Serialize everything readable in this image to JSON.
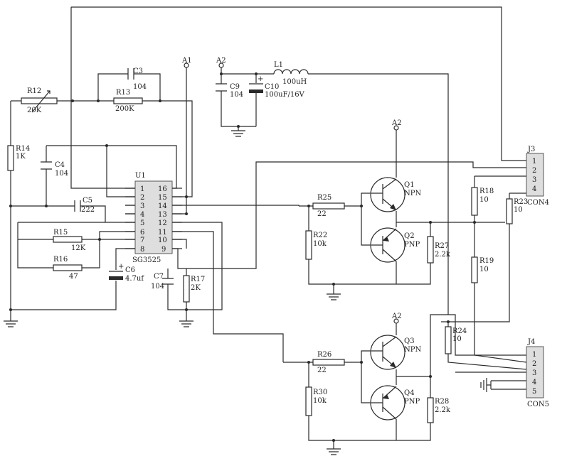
{
  "components": {
    "r12": {
      "ref": "R12",
      "value": "20K"
    },
    "r13": {
      "ref": "R13",
      "value": "200K"
    },
    "c3": {
      "ref": "C3",
      "value": "104"
    },
    "r14": {
      "ref": "R14",
      "value": "1K"
    },
    "c4": {
      "ref": "C4",
      "value": "104"
    },
    "c5": {
      "ref": "C5",
      "value": "222"
    },
    "r15": {
      "ref": "R15",
      "value": "12K"
    },
    "r16": {
      "ref": "R16",
      "value": "47"
    },
    "c6": {
      "ref": "C6",
      "value": "4.7uf",
      "polarity": "+"
    },
    "c7": {
      "ref": "C7",
      "value": "104"
    },
    "r17": {
      "ref": "R17",
      "value": "2K"
    },
    "u1": {
      "ref": "U1",
      "value": "SG3525",
      "pins_left": [
        "1",
        "2",
        "3",
        "4",
        "5",
        "6",
        "7",
        "8"
      ],
      "pins_right": [
        "16",
        "15",
        "14",
        "13",
        "12",
        "11",
        "10",
        "9"
      ]
    },
    "c9": {
      "ref": "C9",
      "value": "104"
    },
    "c10": {
      "ref": "C10",
      "value": "100uF/16V",
      "polarity": "+"
    },
    "l1": {
      "ref": "L1",
      "value": "100uH"
    },
    "q1": {
      "ref": "Q1",
      "value": "NPN"
    },
    "q2": {
      "ref": "Q2",
      "value": "PNP"
    },
    "q3": {
      "ref": "Q3",
      "value": "NPN"
    },
    "q4": {
      "ref": "Q4",
      "value": "PNP"
    },
    "r25": {
      "ref": "R25",
      "value": "22"
    },
    "r22": {
      "ref": "R22",
      "value": "10k"
    },
    "r27": {
      "ref": "R27",
      "value": "2.2k"
    },
    "r26": {
      "ref": "R26",
      "value": "22"
    },
    "r30": {
      "ref": "R30",
      "value": "10k"
    },
    "r28": {
      "ref": "R28",
      "value": "2.2k"
    },
    "r18": {
      "ref": "R18",
      "value": "10"
    },
    "r19": {
      "ref": "R19",
      "value": "10"
    },
    "r23": {
      "ref": "R23",
      "value": "10"
    },
    "r24": {
      "ref": "R24",
      "value": "10"
    },
    "j3": {
      "ref": "J3",
      "value": "CON4",
      "pins": [
        "1",
        "2",
        "3",
        "4"
      ]
    },
    "j4": {
      "ref": "J4",
      "value": "CON5",
      "pins": [
        "1",
        "2",
        "3",
        "4",
        "5"
      ]
    }
  },
  "nets": {
    "a1": "A1",
    "a2_top": "A2",
    "a2_q1": "A2",
    "a2_q3": "A2"
  }
}
